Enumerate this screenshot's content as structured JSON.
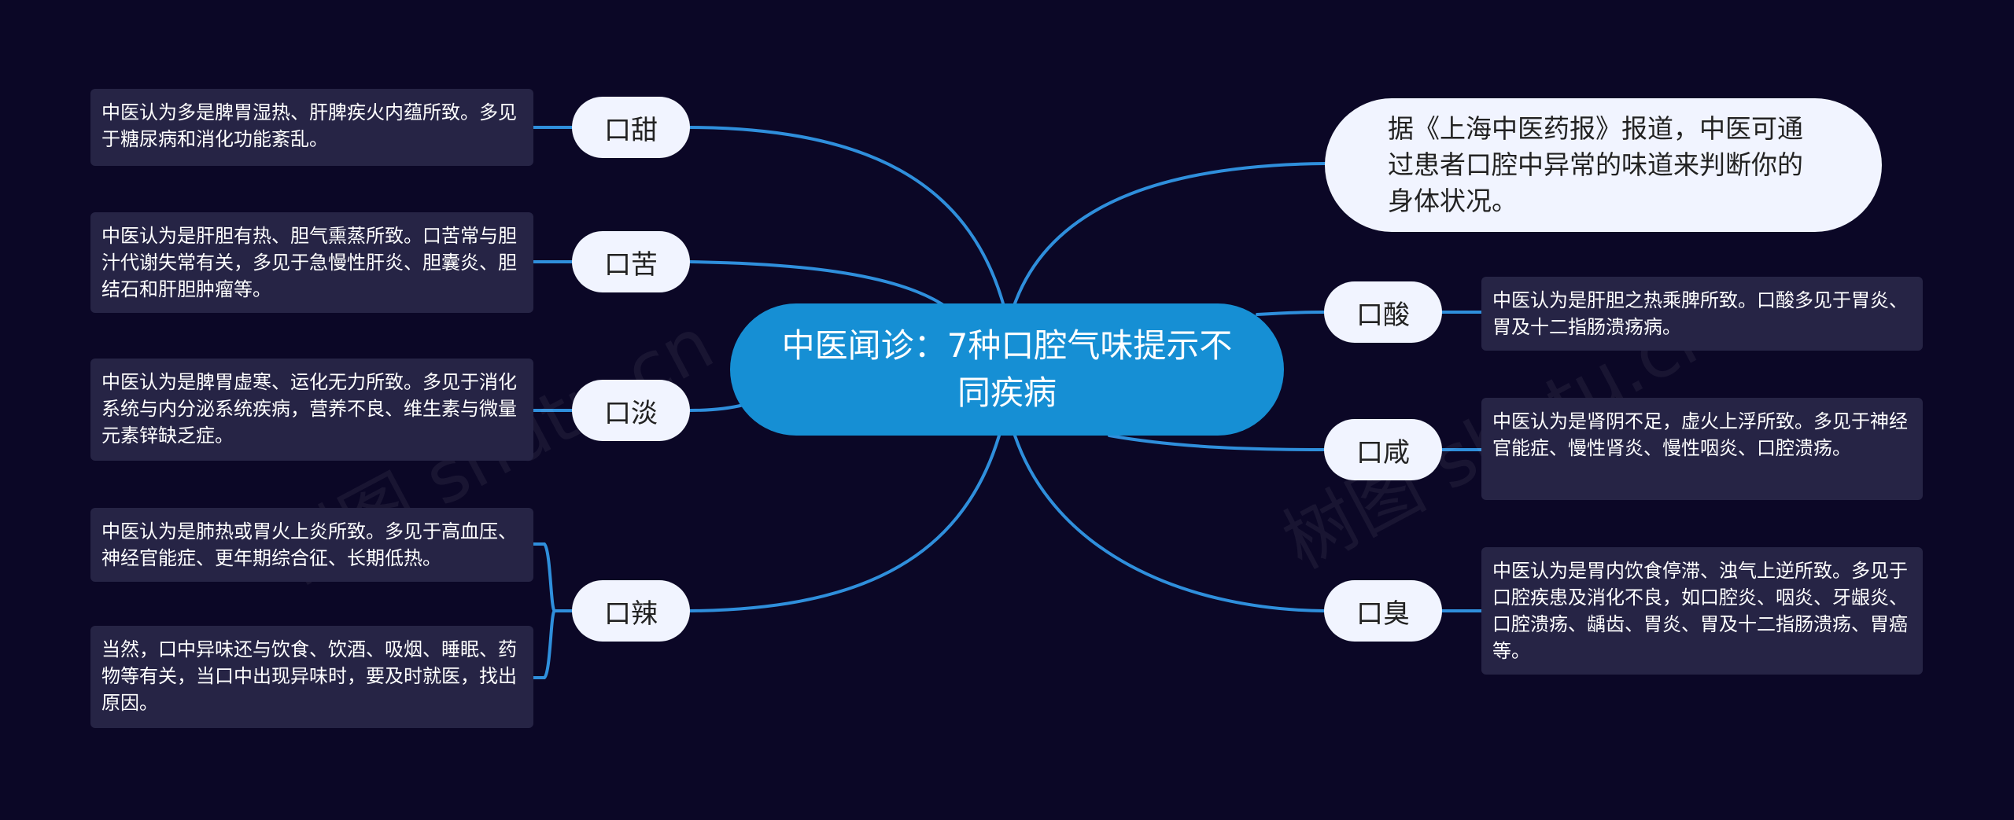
{
  "center": {
    "title": "中医闻诊：7种口腔气味提示不同疾病"
  },
  "intro": {
    "text": "据《上海中医药报》报道，中医可通过患者口腔中异常的味道来判断你的身体状况。"
  },
  "branches": [
    {
      "label": "口甜",
      "notes": [
        "中医认为多是脾胃湿热、肝脾疾火内蕴所致。多见于糖尿病和消化功能紊乱。"
      ]
    },
    {
      "label": "口苦",
      "notes": [
        "中医认为是肝胆有热、胆气熏蒸所致。口苦常与胆汁代谢失常有关，多见于急慢性肝炎、胆囊炎、胆结石和肝胆肿瘤等。"
      ]
    },
    {
      "label": "口淡",
      "notes": [
        "中医认为是脾胃虚寒、运化无力所致。多见于消化系统与内分泌系统疾病，营养不良、维生素与微量元素锌缺乏症。"
      ]
    },
    {
      "label": "口辣",
      "notes": [
        "中医认为是肺热或胃火上炎所致。多见于高血压、神经官能症、更年期综合征、长期低热。",
        "当然，口中异味还与饮食、饮酒、吸烟、睡眠、药物等有关，当口中出现异味时，要及时就医，找出原因。"
      ]
    },
    {
      "label": "口酸",
      "notes": [
        "中医认为是肝胆之热乘脾所致。口酸多见于胃炎、胃及十二指肠溃疡病。"
      ]
    },
    {
      "label": "口咸",
      "notes": [
        "中医认为是肾阴不足，虚火上浮所致。多见于神经官能症、慢性肾炎、慢性咽炎、口腔溃疡。"
      ]
    },
    {
      "label": "口臭",
      "notes": [
        "中医认为是胃内饮食停滞、浊气上逆所致。多见于口腔疾患及消化不良，如口腔炎、咽炎、牙龈炎、口腔溃疡、龋齿、胃炎、胃及十二指肠溃疡、胃癌等。"
      ]
    }
  ],
  "watermark": [
    "树图 shutu.cn",
    "树图 shutu.cn"
  ],
  "colors": {
    "background": "#0b0726",
    "center": "#168fd4",
    "line": "#2f8fdc",
    "leaf": "#262445",
    "branch": "#f1f4ff"
  }
}
